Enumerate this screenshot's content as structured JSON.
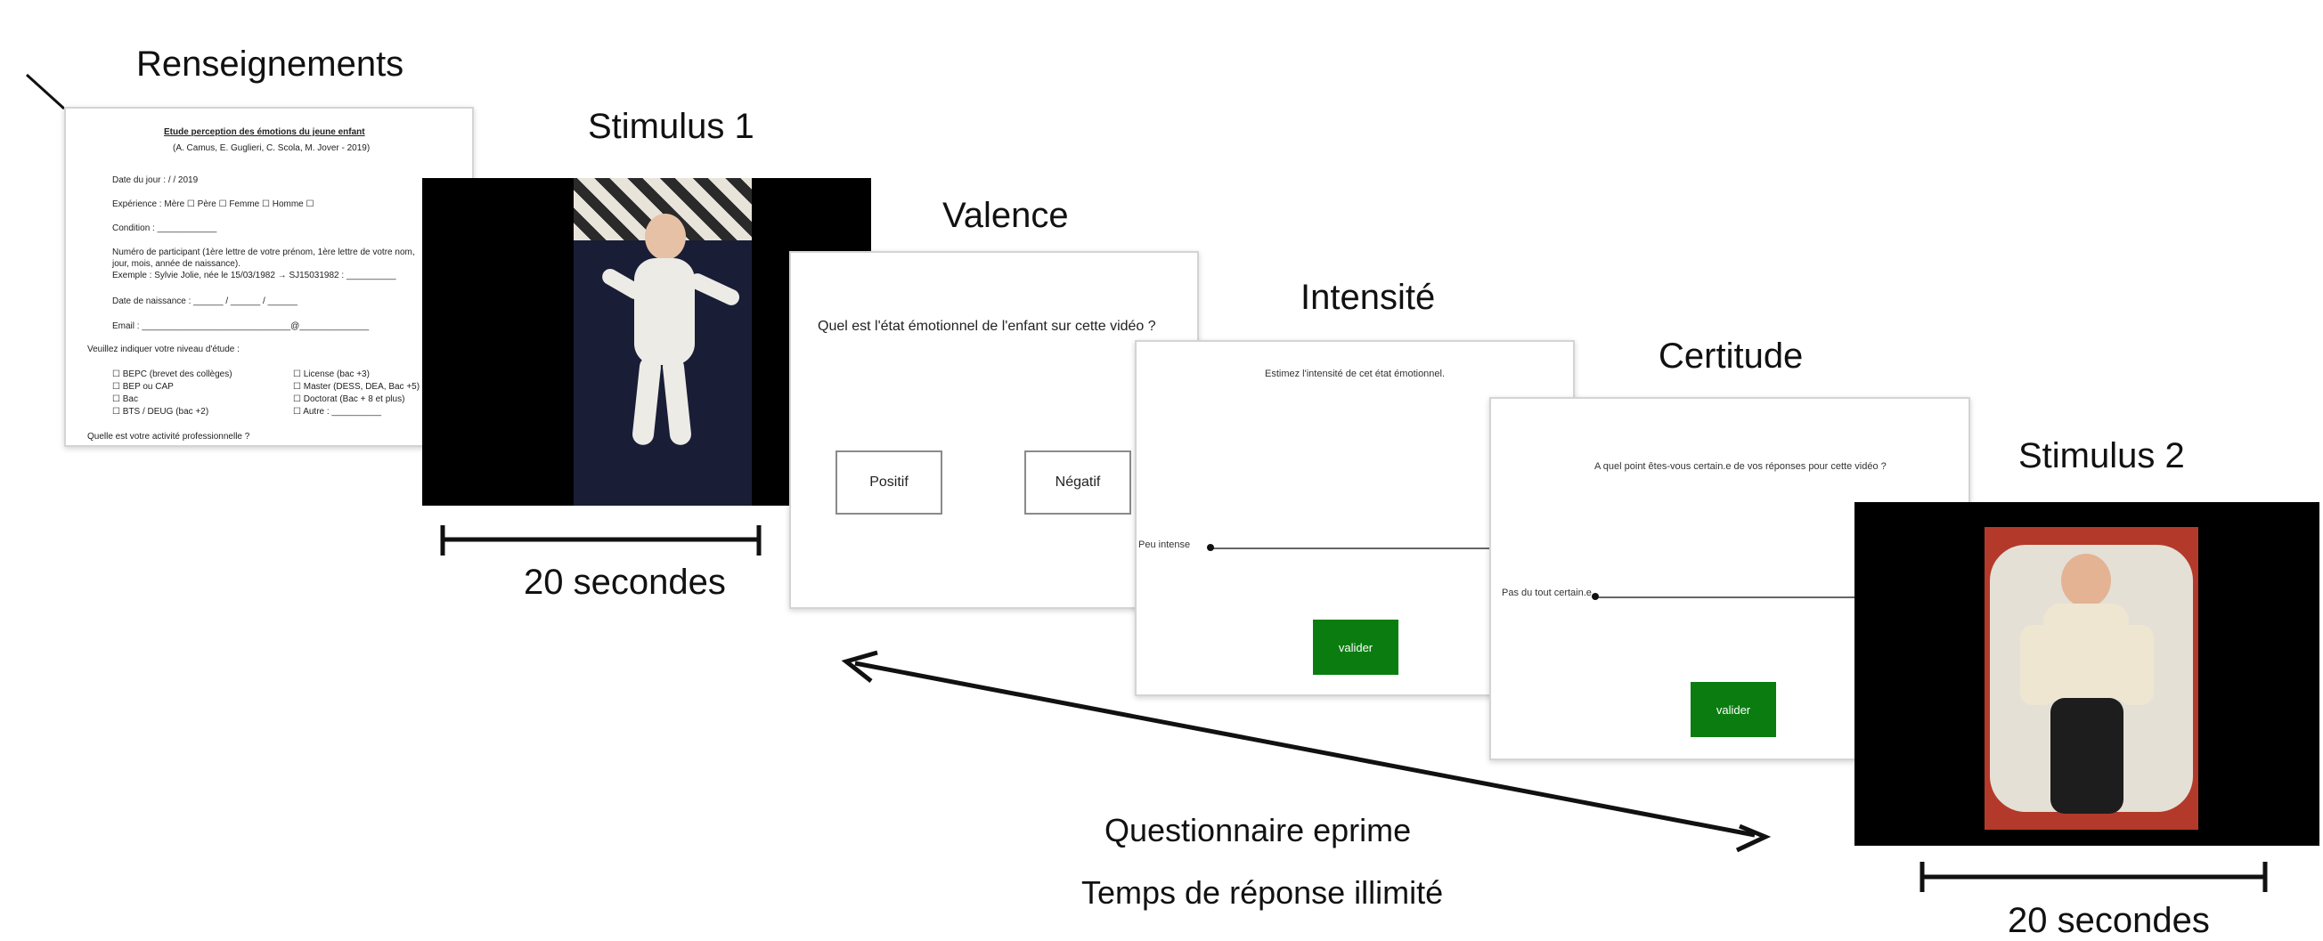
{
  "renseignements": {
    "title": "Renseignements",
    "form": {
      "heading": "Etude perception des émotions du jeune enfant",
      "authors": "(A. Camus, E. Guglieri, C. Scola, M. Jover - 2019)",
      "date_jour": "Date du jour :          /          / 2019",
      "experience": "Expérience :   Mère ☐          Père ☐          Femme ☐          Homme ☐",
      "condition": "Condition : ____________",
      "numero_1": "Numéro de participant (1ère lettre de votre prénom, 1ère lettre de votre nom,",
      "numero_2": "jour, mois, année de naissance).",
      "numero_3": "Exemple : Sylvie Jolie, née le 15/03/1982 → SJ15031982 : __________",
      "naissance": "Date de naissance :   ______ / ______ / ______",
      "email": "Email : ______________________________@______________",
      "niveau": "Veuillez indiquer votre niveau d'étude :",
      "opts_left": [
        "☐ BEPC (brevet des collèges)",
        "☐ BEP ou CAP",
        "☐ Bac",
        "☐ BTS / DEUG (bac +2)"
      ],
      "opts_right": [
        "☐ License (bac +3)",
        "☐ Master (DESS, DEA, Bac +5)",
        "☐ Doctorat (Bac + 8 et plus)",
        "☐ Autre : __________"
      ],
      "activite": "Quelle est votre activité professionnelle ?"
    }
  },
  "stimulus1": {
    "title": "Stimulus 1",
    "duration": "20 secondes"
  },
  "valence": {
    "title": "Valence",
    "question": "Quel est l'état émotionnel de l'enfant sur cette vidéo ?",
    "btn_positive": "Positif",
    "btn_negative": "Négatif"
  },
  "intensite": {
    "title": "Intensité",
    "question": "Estimez l'intensité de cet état émotionnel.",
    "scale_left": "Peu intense",
    "button": "valider"
  },
  "certitude": {
    "title": "Certitude",
    "question": "A quel point êtes-vous certain.e de vos réponses pour cette vidéo ?",
    "scale_left": "Pas du tout certain.e",
    "button": "valider"
  },
  "stimulus2": {
    "title": "Stimulus 2",
    "duration": "20 secondes"
  },
  "footer": {
    "line1": "Questionnaire eprime",
    "line2": "Temps de réponse illimité"
  },
  "colors": {
    "valider_green": "#0b7d10",
    "video_bg": "#000000"
  }
}
